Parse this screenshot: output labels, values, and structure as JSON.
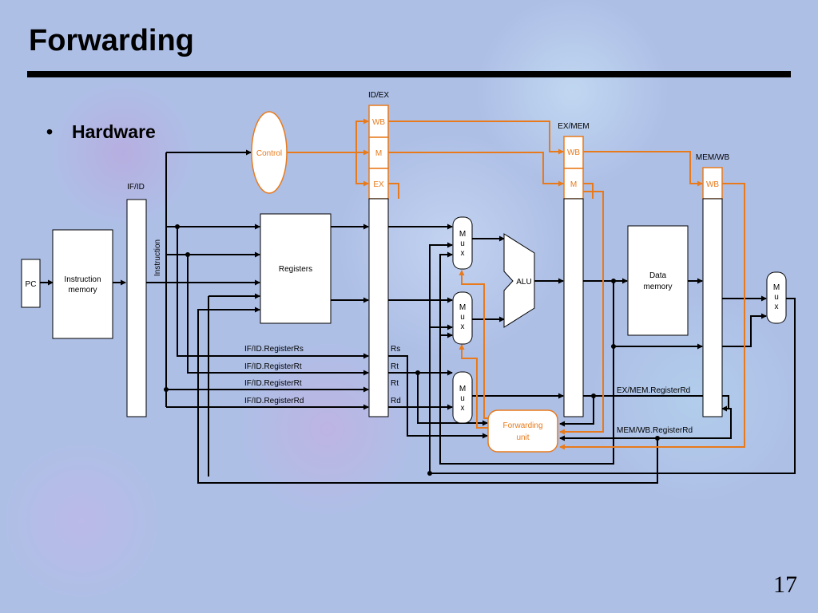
{
  "slide": {
    "title": "Forwarding",
    "bullet": "Hardware",
    "page_number": "17"
  },
  "colors": {
    "control_path": "#e87a1c",
    "data_path": "#000000",
    "title_rule": "#000000"
  },
  "diagram": {
    "pc": "PC",
    "instruction_memory": [
      "Instruction",
      "memory"
    ],
    "if_id": "IF/ID",
    "instruction": "Instruction",
    "control": "Control",
    "registers": "Registers",
    "id_ex": "ID/EX",
    "id_ex_fields": [
      "WB",
      "M",
      "EX"
    ],
    "ex_mem": "EX/MEM",
    "ex_mem_fields": [
      "WB",
      "M"
    ],
    "mem_wb": "MEM/WB",
    "mem_wb_fields": [
      "WB"
    ],
    "alu": "ALU",
    "data_memory": [
      "Data",
      "memory"
    ],
    "mux_letters": [
      "M",
      "u",
      "x"
    ],
    "forwarding_unit": [
      "Forwarding",
      "unit"
    ],
    "reg_labels": [
      "IF/ID.RegisterRs",
      "IF/ID.RegisterRt",
      "IF/ID.RegisterRt",
      "IF/ID.RegisterRd"
    ],
    "field_labels": [
      "Rs",
      "Rt",
      "Rt",
      "Rd"
    ],
    "ex_mem_register_rd": "EX/MEM.RegisterRd",
    "mem_wb_register_rd": "MEM/WB.RegisterRd"
  }
}
